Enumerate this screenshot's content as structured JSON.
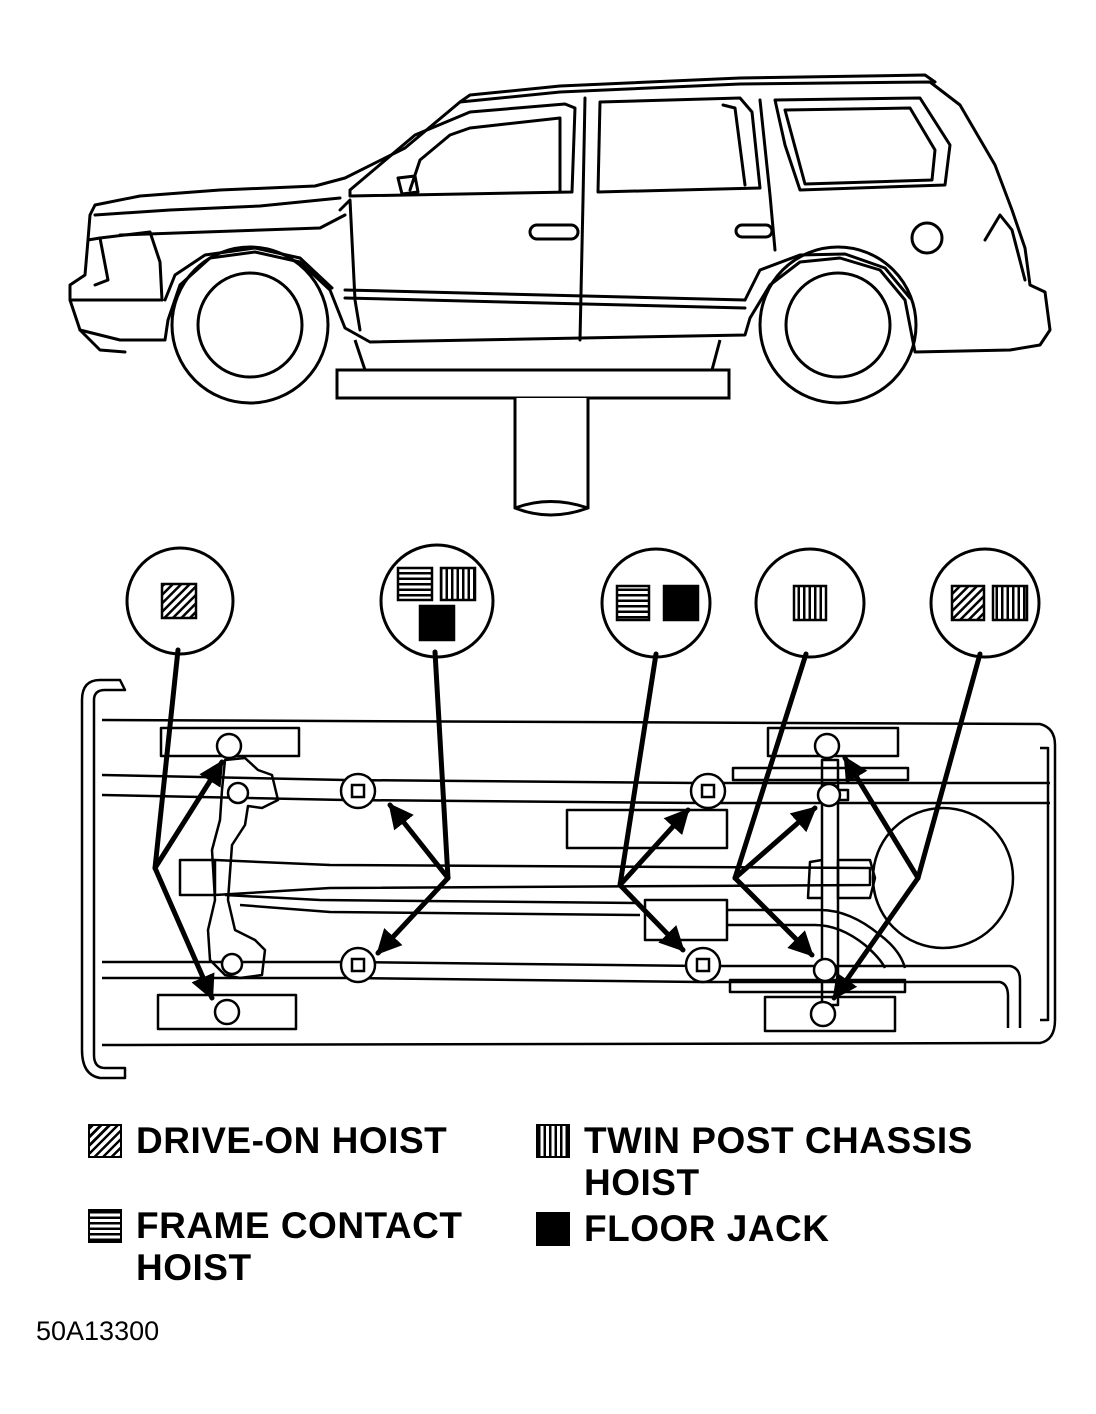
{
  "legend": {
    "drive_on_hoist": "DRIVE-ON HOIST",
    "frame_contact_hoist_line1": "FRAME CONTACT",
    "frame_contact_hoist_line2": "HOIST",
    "twin_post_chassis_hoist_line1": "TWIN POST CHASSIS",
    "twin_post_chassis_hoist_line2": "HOIST",
    "floor_jack": "FLOOR JACK"
  },
  "callouts": [
    {
      "id": "front-outer-pads",
      "symbols": [
        "drive-on-hoist"
      ]
    },
    {
      "id": "front-frame-points",
      "symbols": [
        "frame-contact-hoist",
        "twin-post-chassis-hoist",
        "floor-jack"
      ]
    },
    {
      "id": "mid-frame-points",
      "symbols": [
        "frame-contact-hoist",
        "floor-jack"
      ]
    },
    {
      "id": "rear-axle-points",
      "symbols": [
        "twin-post-chassis-hoist"
      ]
    },
    {
      "id": "rear-outer-pads",
      "symbols": [
        "drive-on-hoist",
        "twin-post-chassis-hoist"
      ]
    }
  ],
  "figure_id": "50A13300"
}
